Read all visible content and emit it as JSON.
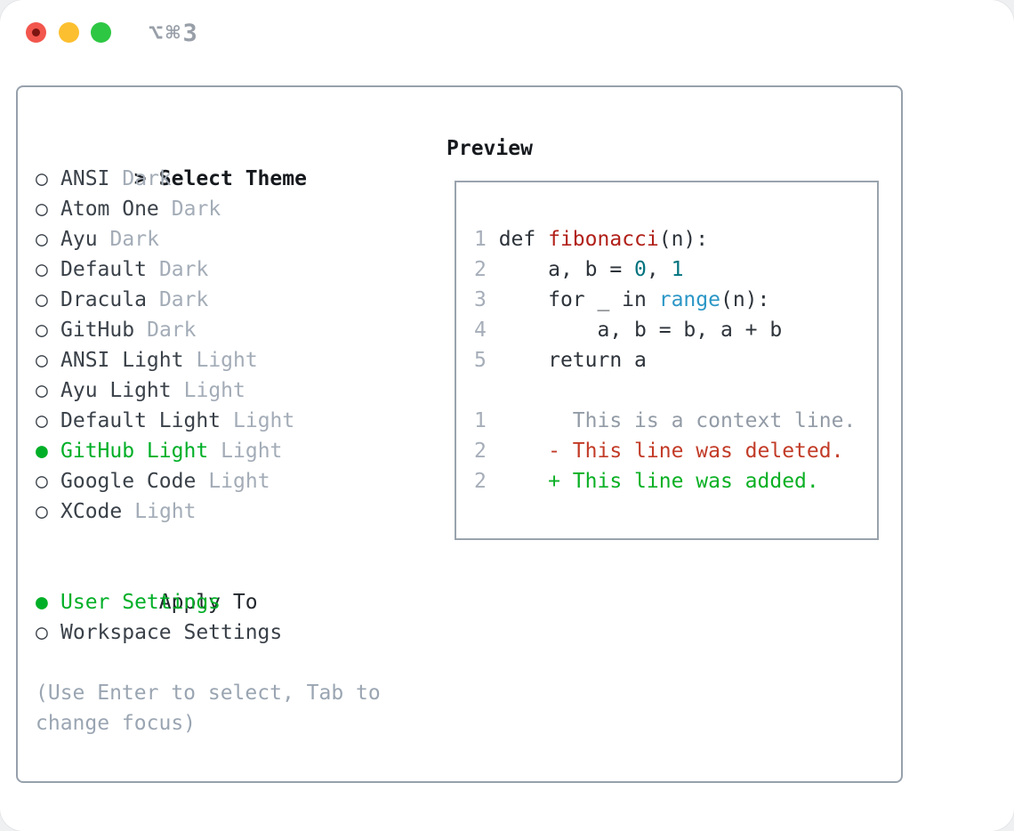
{
  "window": {
    "title": "⌥⌘3"
  },
  "theme_panel": {
    "heading": {
      "marker": ">",
      "label": "Select Theme"
    },
    "unselected_marker": "○",
    "selected_marker": "●",
    "themes": [
      {
        "name": "ANSI",
        "variant": "Dark",
        "selected": false
      },
      {
        "name": "Atom One",
        "variant": "Dark",
        "selected": false
      },
      {
        "name": "Ayu",
        "variant": "Dark",
        "selected": false
      },
      {
        "name": "Default",
        "variant": "Dark",
        "selected": false
      },
      {
        "name": "Dracula",
        "variant": "Dark",
        "selected": false
      },
      {
        "name": "GitHub",
        "variant": "Dark",
        "selected": false
      },
      {
        "name": "ANSI Light",
        "variant": "Light",
        "selected": false
      },
      {
        "name": "Ayu Light",
        "variant": "Light",
        "selected": false
      },
      {
        "name": "Default Light",
        "variant": "Light",
        "selected": false
      },
      {
        "name": "GitHub Light",
        "variant": "Light",
        "selected": true
      },
      {
        "name": "Google Code",
        "variant": "Light",
        "selected": false
      },
      {
        "name": "XCode",
        "variant": "Light",
        "selected": false
      }
    ],
    "apply_to": {
      "heading": "Apply To",
      "options": [
        {
          "label": "User Settings",
          "selected": true
        },
        {
          "label": "Workspace Settings",
          "selected": false
        }
      ]
    },
    "hint_lines": [
      "(Use Enter to select, Tab to",
      "change focus)"
    ]
  },
  "preview": {
    "heading": "Preview",
    "lines": [
      {
        "kind": "code-line",
        "tokens": [
          {
            "c": "num",
            "t": "1"
          },
          {
            "c": "code",
            "t": " def "
          },
          {
            "c": "func",
            "t": "fibonacci"
          },
          {
            "c": "code",
            "t": "(n):"
          }
        ]
      },
      {
        "kind": "code-line",
        "tokens": [
          {
            "c": "num",
            "t": "2"
          },
          {
            "c": "code",
            "t": "     a, b = "
          },
          {
            "c": "lit",
            "t": "0"
          },
          {
            "c": "code",
            "t": ", "
          },
          {
            "c": "lit",
            "t": "1"
          }
        ]
      },
      {
        "kind": "code-line",
        "tokens": [
          {
            "c": "num",
            "t": "3"
          },
          {
            "c": "code",
            "t": "     for _ in "
          },
          {
            "c": "kw",
            "t": "range"
          },
          {
            "c": "code",
            "t": "(n):"
          }
        ]
      },
      {
        "kind": "code-line",
        "tokens": [
          {
            "c": "num",
            "t": "4"
          },
          {
            "c": "code",
            "t": "         a, b = b, a + b"
          }
        ]
      },
      {
        "kind": "code-line",
        "tokens": [
          {
            "c": "num",
            "t": "5"
          },
          {
            "c": "code",
            "t": "     return a"
          }
        ]
      },
      {
        "kind": "blank-line",
        "tokens": []
      },
      {
        "kind": "diff-context-line",
        "tokens": [
          {
            "c": "num",
            "t": "1"
          },
          {
            "c": "ctx",
            "t": "       This is a context line."
          }
        ]
      },
      {
        "kind": "diff-deleted-line",
        "tokens": [
          {
            "c": "num",
            "t": "2"
          },
          {
            "c": "del",
            "t": "     - This line was deleted."
          }
        ]
      },
      {
        "kind": "diff-added-line",
        "tokens": [
          {
            "c": "num",
            "t": "2"
          },
          {
            "c": "add",
            "t": "     + This line was added."
          }
        ]
      }
    ]
  },
  "colors": {
    "accent_green": "#00af27",
    "deleted_red": "#c23b27",
    "function_red": "#b12019",
    "number_teal": "#00737e",
    "keyword_blue": "#2b96c6",
    "text_dark": "#2d333a",
    "text_gray": "#a3acb7",
    "border_gray": "#97a1ac",
    "traffic_red": "#f2564d",
    "traffic_yellow": "#fcbf2f",
    "traffic_green": "#2ec743"
  }
}
